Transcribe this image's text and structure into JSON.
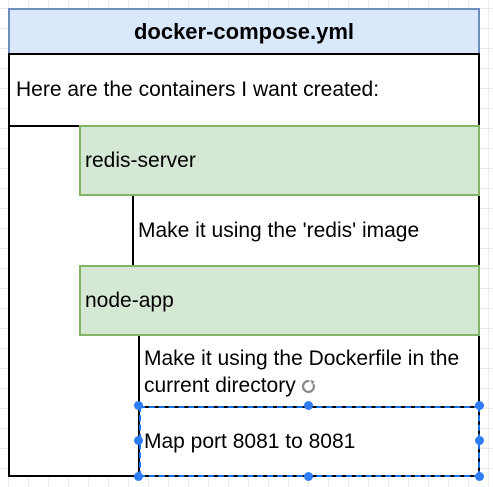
{
  "title": "docker-compose.yml",
  "intro": "Here are the containers I want created:",
  "services": [
    {
      "name": "redis-server",
      "details": [
        "Make it using the 'redis' image"
      ]
    },
    {
      "name": "node-app",
      "details": [
        "Make it using the Dockerfile in the current directory",
        "Map port 8081 to 8081"
      ]
    }
  ],
  "colors": {
    "title_fill": "#dae8fc",
    "title_stroke": "#6c8ebf",
    "service_fill": "#d5e8d4",
    "service_stroke": "#82b366",
    "selection": "#2f7df6"
  },
  "icons": {
    "selection_handle": "circle-handle-icon",
    "rotate": "rotate-icon"
  }
}
